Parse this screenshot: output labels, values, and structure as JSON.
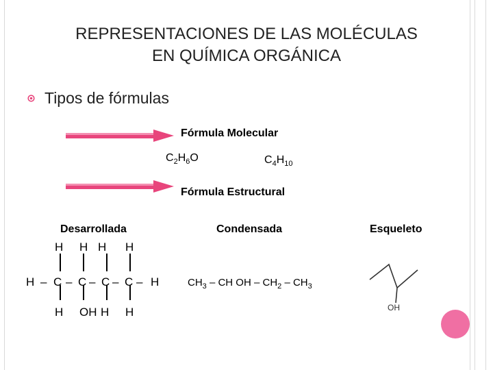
{
  "title": {
    "line1": "REPRESENTACIONES DE LAS MOLÉCULAS",
    "line2": "EN QUÍMICA ORGÁNICA"
  },
  "bullet": {
    "icon": "pink-circle-bullet-icon",
    "text": "Tipos de fórmulas"
  },
  "molecular": {
    "label": "Fórmula Molecular",
    "formula1": {
      "a": "C",
      "a_sub": "2",
      "b": "H",
      "b_sub": "6",
      "c": "O"
    },
    "formula2": {
      "a": "C",
      "a_sub": "4",
      "b": "H",
      "b_sub": "10"
    }
  },
  "structural": {
    "label": "Fórmula Estructural",
    "desarrollada": {
      "heading": "Desarrollada",
      "top_h": [
        "H",
        "H",
        "H",
        "H"
      ],
      "middle": [
        "H",
        "–",
        "C",
        "–",
        "C",
        "–",
        "C",
        "–",
        "C",
        "–",
        "H"
      ],
      "bottom": [
        "H",
        "OH",
        "H",
        "H"
      ]
    },
    "condensada": {
      "heading": "Condensada",
      "parts": [
        "CH",
        "3",
        " – CH OH – CH",
        "2",
        " – CH",
        "3"
      ]
    },
    "esqueleto": {
      "heading": "Esqueleto",
      "oh_label": "OH"
    }
  },
  "colors": {
    "arrow": "#e8457c",
    "accent": "#f06fa3",
    "frame": "#d9d9d9"
  }
}
